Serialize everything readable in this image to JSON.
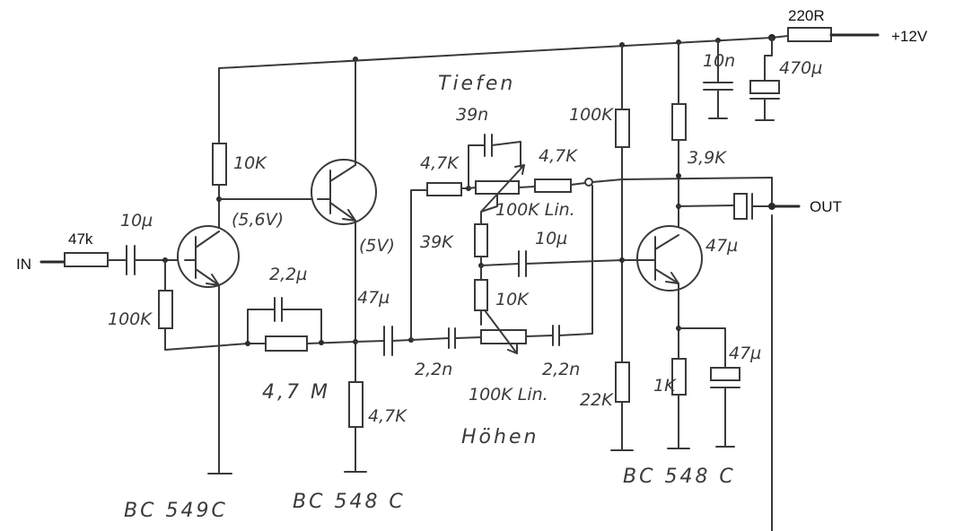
{
  "labels": {
    "in": "IN",
    "out": "OUT",
    "supply": "+12V",
    "r_supply": "220R",
    "r_in": "47k",
    "c_in": "10µ",
    "r_bias": "100K",
    "r_collector1": "10K",
    "v_q1": "(5,6V)",
    "v_q2": "(5V)",
    "c_fb": "2,2µ",
    "r_fb": "4,7 M",
    "c_out1": "47µ",
    "r_emitter2": "4,7K",
    "bass_title": "Tiefen",
    "c_bass": "39n",
    "r_bass_left": "4,7K",
    "r_bass_right": "4,7K",
    "pot_bass": "100K Lin.",
    "r_mid": "39K",
    "c_coupling": "10µ",
    "r_treble": "10K",
    "c_treble_left": "2,2n",
    "c_treble_right": "2,2n",
    "pot_treble": "100K Lin.",
    "treble_title": "Höhen",
    "r_base3_top": "100K",
    "r_base3_bottom": "22K",
    "r_collector3": "3,9K",
    "c_out2": "47µ",
    "r_emitter3": "1K",
    "c_emitter3": "47µ",
    "c_supply1": "10n",
    "c_supply2": "470µ",
    "q1_type": "BC 549C",
    "q2_type": "BC 548 C",
    "q3_type": "BC 548 C"
  }
}
